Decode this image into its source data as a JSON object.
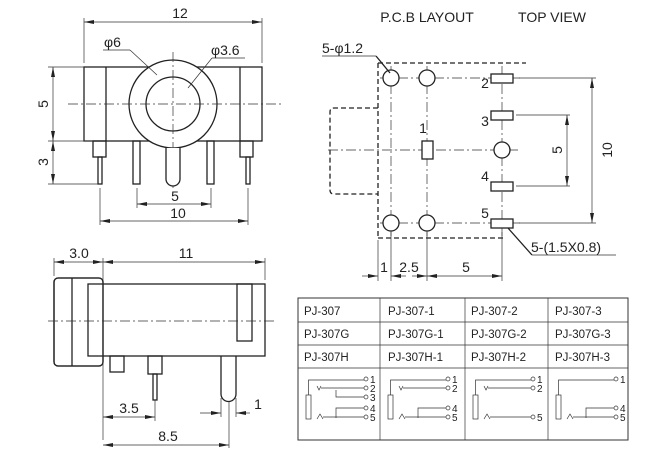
{
  "front_view": {
    "width_label": "12",
    "outer_diameter_label": "φ6",
    "inner_diameter_label": "φ3.6",
    "height_label": "5",
    "pin_length_label": "3",
    "inner_pin_spacing_label": "5",
    "outer_pin_spacing_label": "10"
  },
  "pcb_layout": {
    "title": "P.C.B LAYOUT",
    "view_title": "TOP VIEW",
    "hole_label": "5-φ1.2",
    "pad_label": "5-(1.5X0.8)",
    "pin_labels": [
      "1",
      "2",
      "3",
      "4",
      "5"
    ],
    "vertical_dims": [
      "5",
      "10"
    ],
    "horizontal_dims": [
      "1",
      "2.5",
      "5"
    ]
  },
  "side_view": {
    "head_label": "3.0",
    "body_label": "11",
    "pin1_label": "3.5",
    "pin2_label": "8.5",
    "pin_width_label": "1"
  },
  "model_table": {
    "rows": [
      [
        "PJ-307",
        "PJ-307-1",
        "PJ-307-2",
        "PJ-307-3"
      ],
      [
        "PJ-307G",
        "PJ-307G-1",
        "PJ-307G-2",
        "PJ-307G-3"
      ],
      [
        "PJ-307H",
        "PJ-307H-1",
        "PJ-307H-2",
        "PJ-307H-3"
      ]
    ],
    "schematic_pins": [
      [
        "1",
        "2",
        "3",
        "4",
        "5"
      ],
      [
        "1",
        "2",
        "4",
        "5"
      ],
      [
        "1",
        "2",
        "5"
      ],
      [
        "1",
        "4",
        "5"
      ]
    ]
  }
}
